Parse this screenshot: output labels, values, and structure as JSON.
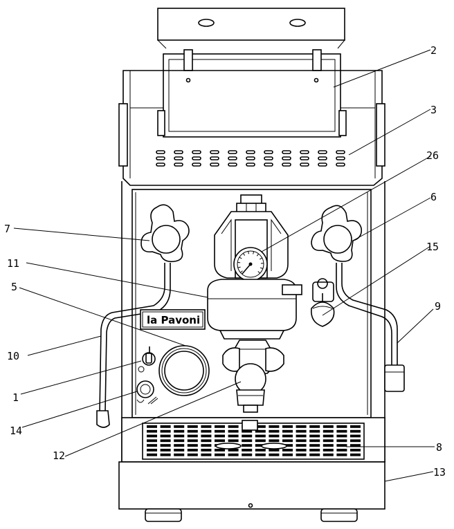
{
  "diagram": {
    "brand": "la Pavoni",
    "callouts": [
      {
        "id": "c2",
        "label": "2"
      },
      {
        "id": "c3",
        "label": "3"
      },
      {
        "id": "c26",
        "label": "26"
      },
      {
        "id": "c6",
        "label": "6"
      },
      {
        "id": "c7",
        "label": "7"
      },
      {
        "id": "c15",
        "label": "15"
      },
      {
        "id": "c11",
        "label": "11"
      },
      {
        "id": "c5",
        "label": "5"
      },
      {
        "id": "c9",
        "label": "9"
      },
      {
        "id": "c10",
        "label": "10"
      },
      {
        "id": "c1",
        "label": "1"
      },
      {
        "id": "c14",
        "label": "14"
      },
      {
        "id": "c8",
        "label": "8"
      },
      {
        "id": "c12",
        "label": "12"
      },
      {
        "id": "c13",
        "label": "13"
      }
    ]
  },
  "colors": {
    "line": "#000000",
    "background": "#ffffff"
  }
}
